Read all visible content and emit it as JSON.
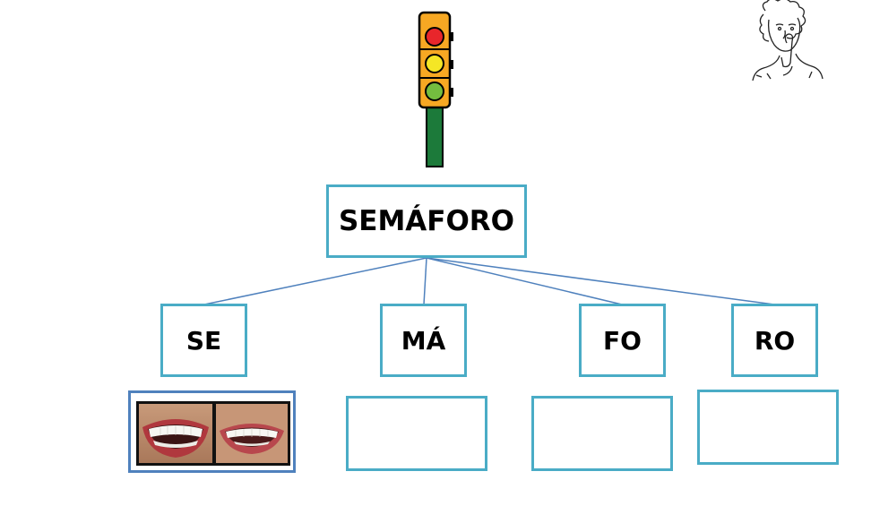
{
  "word": "SEMÁFORO",
  "syllables": [
    {
      "label": "SE"
    },
    {
      "label": "MÁ"
    },
    {
      "label": "FO"
    },
    {
      "label": "RO"
    }
  ],
  "icons": {
    "traffic_light": "traffic-light-icon",
    "person": "person-hushing-icon",
    "mouth": "smiling-mouth-photo"
  },
  "colors": {
    "box_border": "#4aacc6",
    "connector": "#4f81bd",
    "light_red": "#e8262b",
    "light_yellow": "#f5e625",
    "light_green": "#74bd3f",
    "housing": "#f7a823",
    "pole": "#1c7a3a"
  }
}
